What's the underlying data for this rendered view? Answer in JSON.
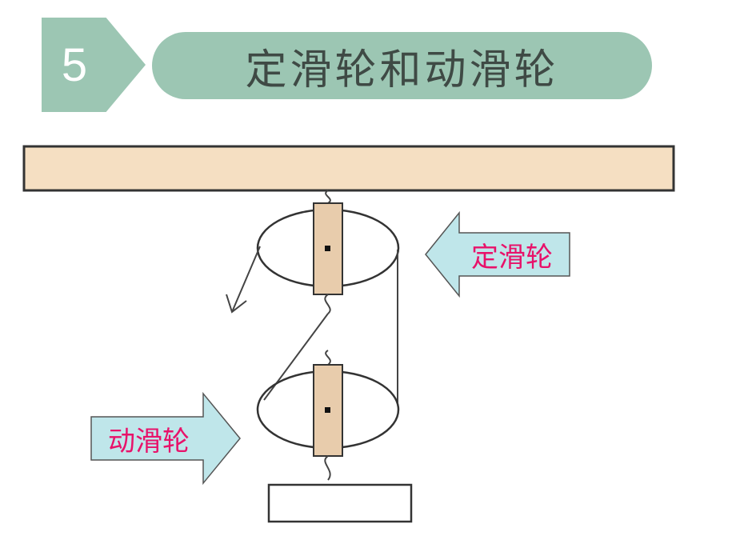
{
  "header": {
    "number": "5",
    "title": "定滑轮和动滑轮"
  },
  "diagram": {
    "fixed_pulley_label": "定滑轮",
    "movable_pulley_label": "动滑轮"
  },
  "colors": {
    "header_bg": "#9cc6b3",
    "title_text": "#3f4a45",
    "beam_fill": "#f5dfc2",
    "label_text": "#e8126a",
    "arrow_fill": "#bfe6ea"
  }
}
